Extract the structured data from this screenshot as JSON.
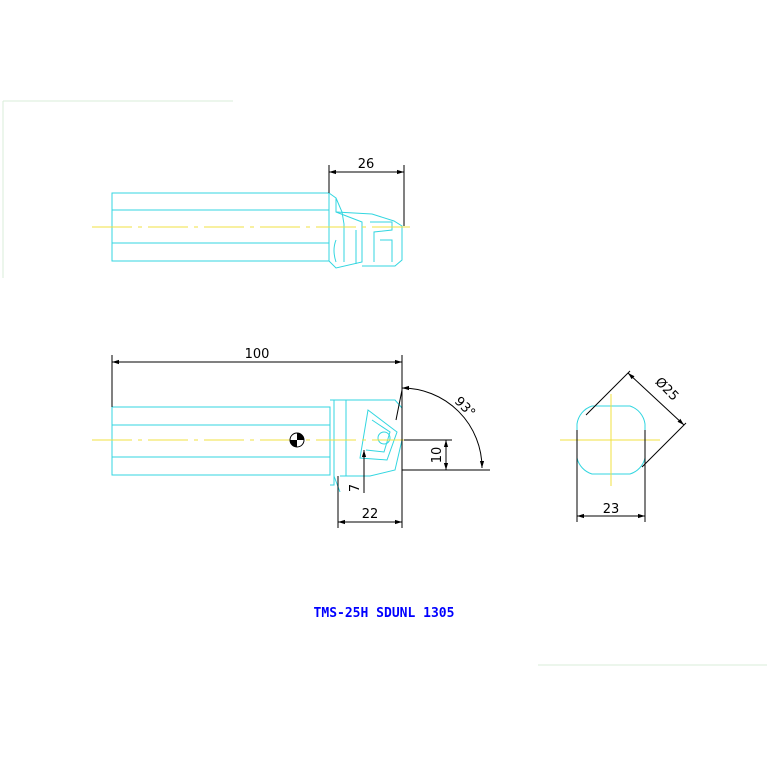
{
  "drawing": {
    "title": "TMS-25H SDUNL 1305",
    "dimensions": {
      "head_length": "26",
      "total_length": "100",
      "approach_angle": "93°",
      "offset_10": "10",
      "offset_7": "7",
      "head_width": "22",
      "diameter": "Ø25",
      "flat_width": "23"
    }
  },
  "colors": {
    "outline": "#33d6e0",
    "dimension": "#000000",
    "centerline": "#f0e040",
    "title": "#0000ff"
  }
}
